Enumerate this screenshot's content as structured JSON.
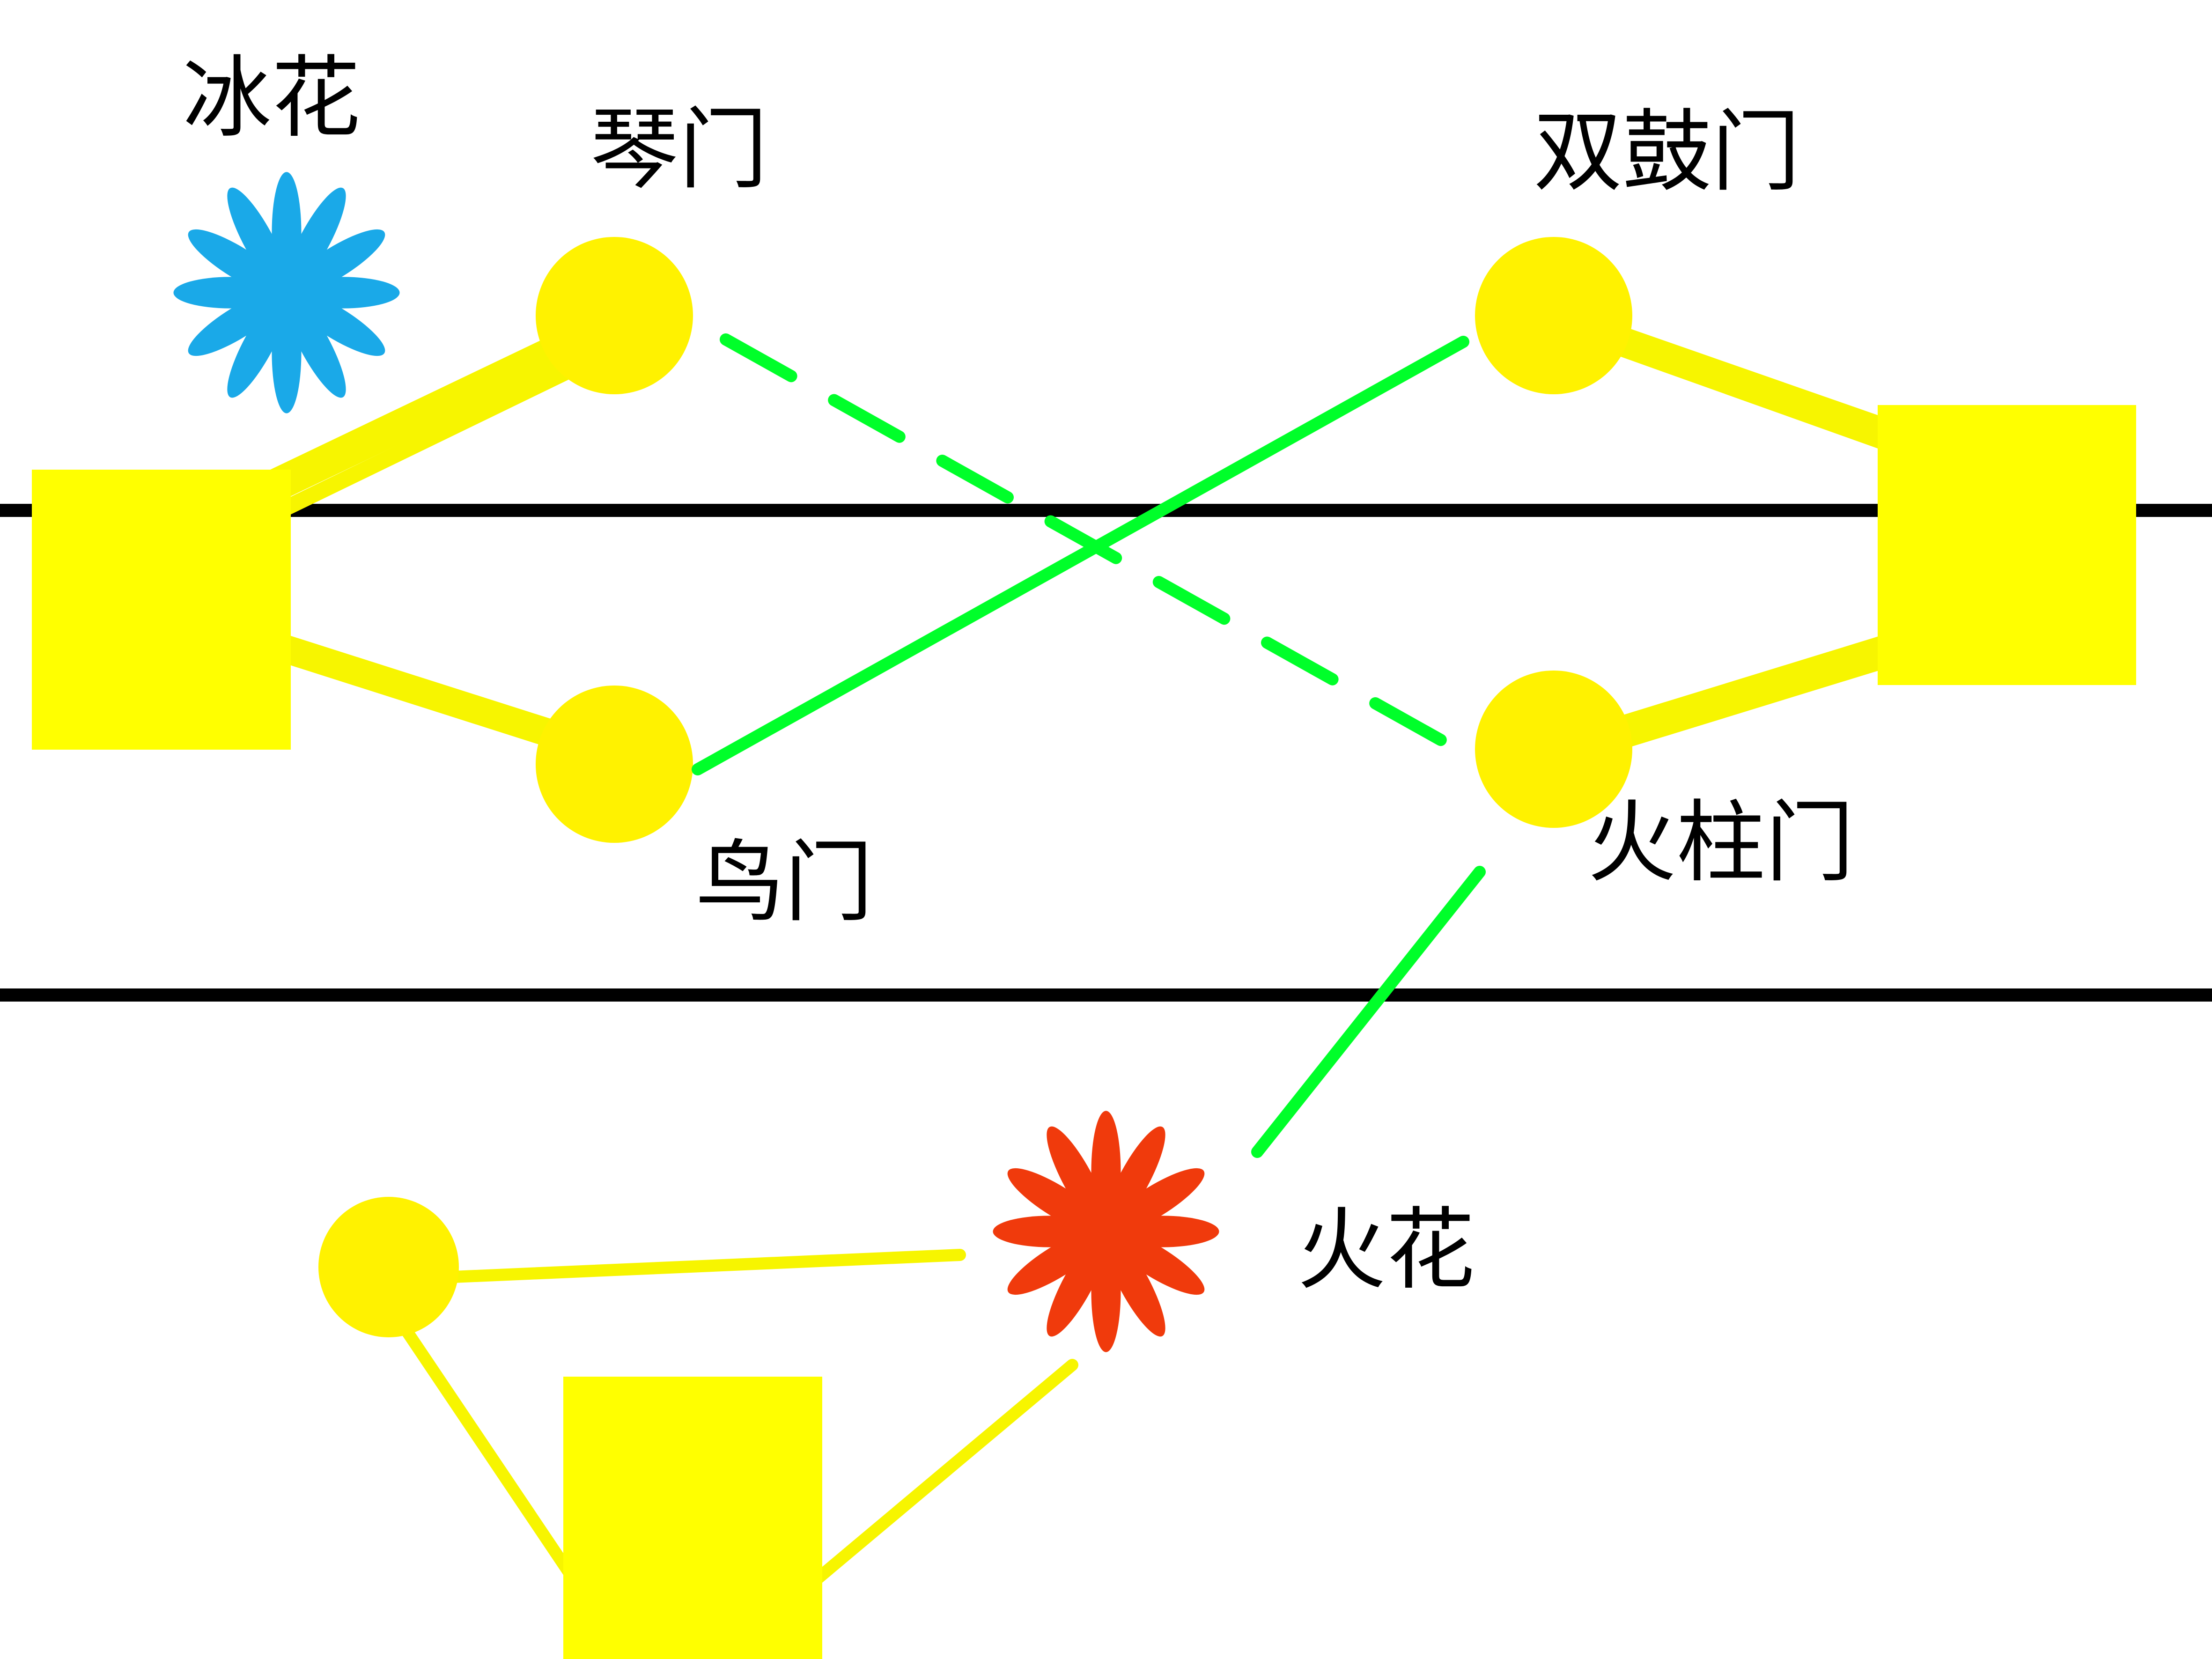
{
  "colors": {
    "background": "#ffffff",
    "divider": "#000000",
    "node": "#fff200",
    "block": "#ffff00",
    "link": "#f7f500",
    "path": "#00ff2a",
    "ice_flower": "#1aa9e8",
    "fire_flower": "#f03a0c"
  },
  "labels": {
    "ice_flower": "冰花",
    "qin_gate": "琴门",
    "double_drum_gate": "双鼓门",
    "bird_gate": "鸟门",
    "fire_pillar_gate": "火柱门",
    "fire_flower": "火花"
  },
  "icons": {
    "ice_flower": "flower-icon",
    "fire_flower": "flower-icon"
  },
  "connections": {
    "dashed": [
      {
        "from": "qin_gate",
        "to": "fire_pillar_gate"
      }
    ],
    "solid": [
      {
        "from": "bird_gate",
        "to": "double_drum_gate"
      },
      {
        "from": "fire_pillar_gate",
        "to": "fire_flower"
      }
    ]
  }
}
